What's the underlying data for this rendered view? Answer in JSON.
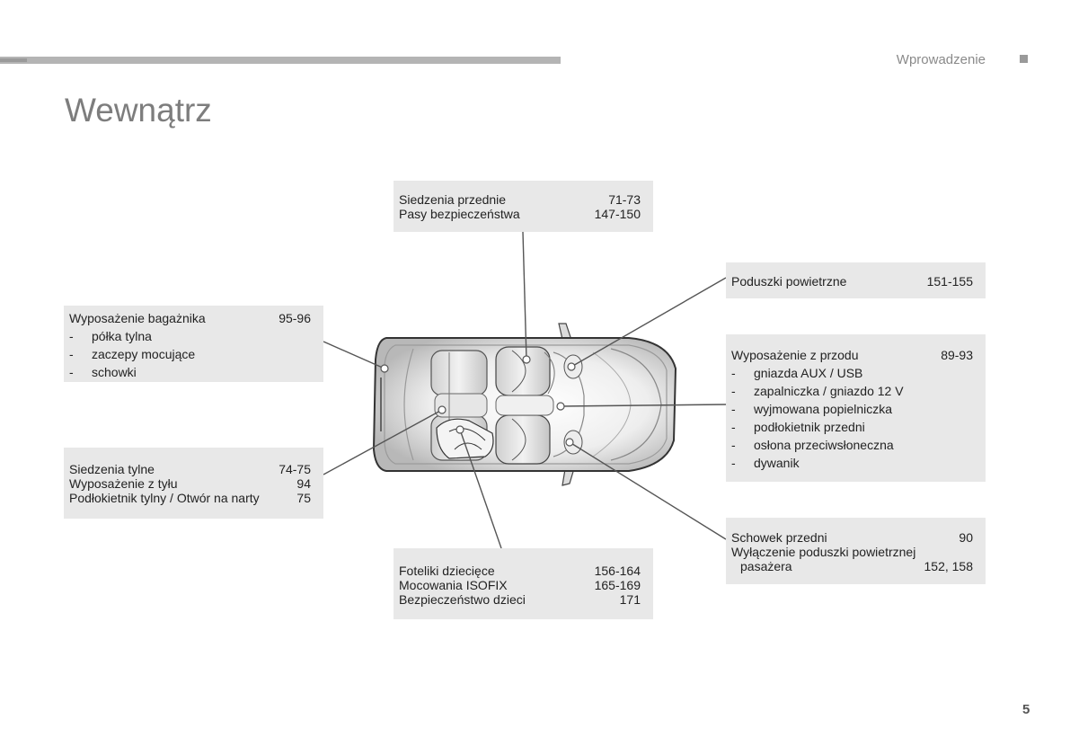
{
  "header": {
    "section": "Wprowadzenie",
    "title": "Wewnątrz",
    "page_number": "5"
  },
  "boxes": {
    "front_seats": {
      "rows": [
        {
          "label": "Siedzenia przednie",
          "page": "71-73"
        },
        {
          "label": "Pasy bezpieczeństwa",
          "page": "147-150"
        }
      ]
    },
    "airbags": {
      "rows": [
        {
          "label": "Poduszki powietrzne",
          "page": "151-155"
        }
      ]
    },
    "boot": {
      "heading": {
        "label": "Wyposażenie bagażnika",
        "page": "95-96"
      },
      "items": [
        "półka tylna",
        "zaczepy mocujące",
        "schowki"
      ]
    },
    "front_equipment": {
      "heading": {
        "label": "Wyposażenie z przodu",
        "page": "89-93"
      },
      "items": [
        "gniazda AUX / USB",
        "zapalniczka / gniazdo 12 V",
        "wyjmowana popielniczka",
        "podłokietnik przedni",
        "osłona przeciwsłoneczna",
        "dywanik"
      ]
    },
    "rear_seats": {
      "rows": [
        {
          "label": "Siedzenia tylne",
          "page": "74-75"
        },
        {
          "label": "Wyposażenie z tyłu",
          "page": "94"
        },
        {
          "label": "Podłokietnik tylny / Otwór na narty",
          "page": "75"
        }
      ]
    },
    "glovebox": {
      "rows": [
        {
          "label": "Schowek przedni",
          "page": "90"
        },
        {
          "label": "Wyłączenie poduszki powietrznej",
          "page": ""
        },
        {
          "label": "pasażera",
          "page": "152, 158"
        }
      ]
    },
    "child_seats": {
      "rows": [
        {
          "label": "Foteliki dziecięce",
          "page": "156-164"
        },
        {
          "label": "Mocowania ISOFIX",
          "page": "165-169"
        },
        {
          "label": "Bezpieczeństwo dzieci",
          "page": "171"
        }
      ]
    }
  },
  "dash": "-"
}
